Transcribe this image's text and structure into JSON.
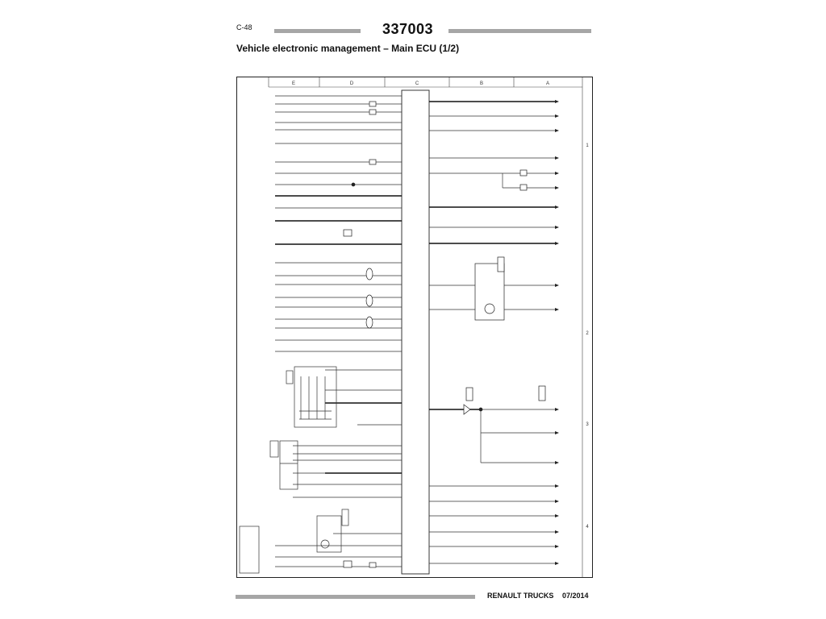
{
  "header": {
    "page_ref": "C-48",
    "doc_number": "337003",
    "title": "Vehicle electronic management – Main ECU (1/2)"
  },
  "diagram": {
    "columns": [
      "E",
      "D",
      "C",
      "B",
      "A"
    ],
    "rows": [
      "1",
      "2",
      "3",
      "4"
    ]
  },
  "footer": {
    "brand": "RENAULT TRUCKS",
    "edition": "07/2014"
  }
}
